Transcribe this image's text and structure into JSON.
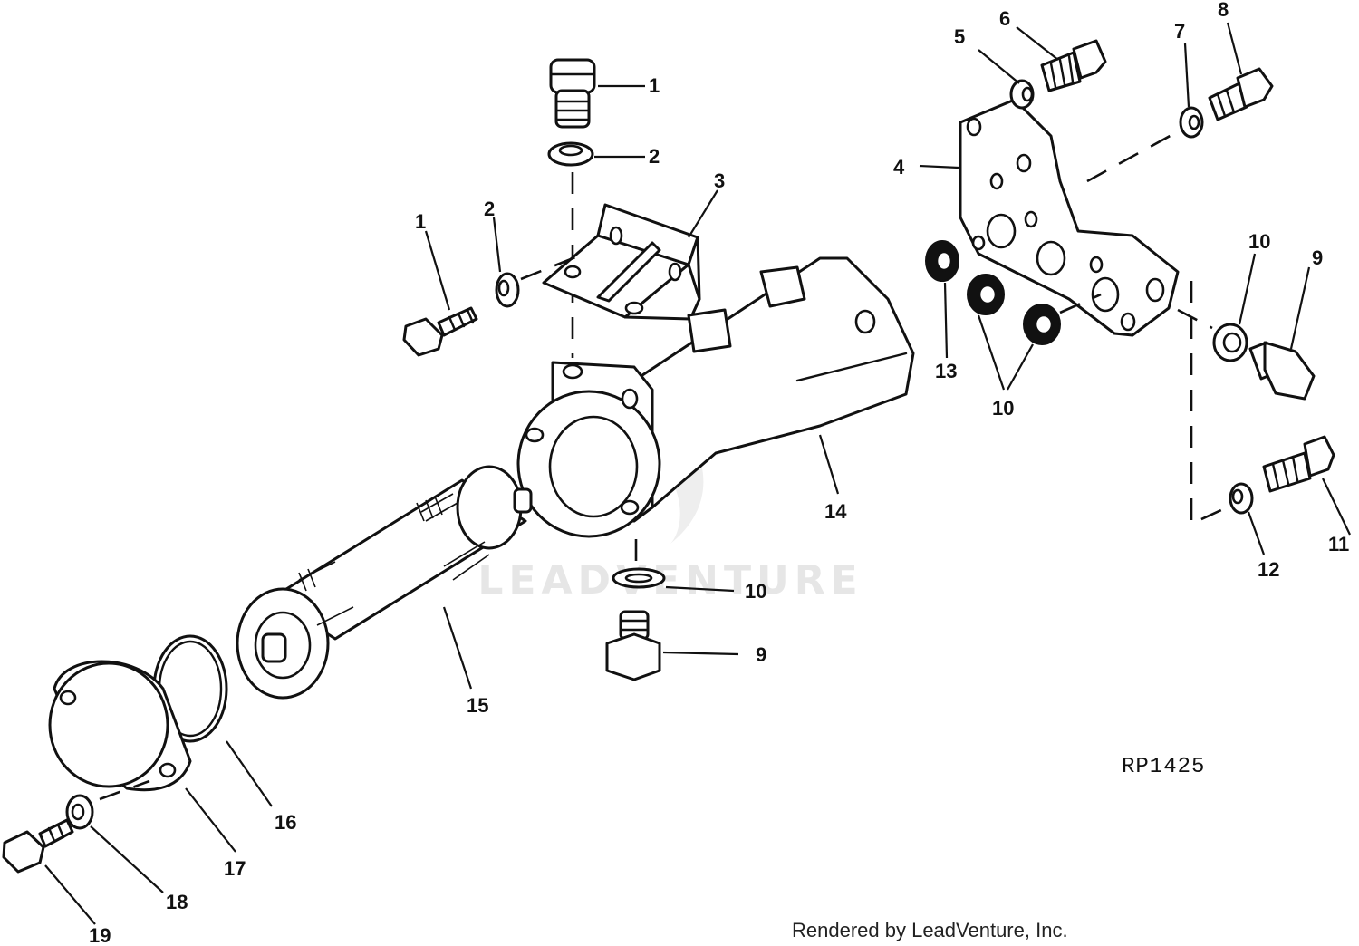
{
  "diagram": {
    "reference_code": "RP1425",
    "credit": "Rendered by LeadVenture, Inc.",
    "watermark": "LEADVENTURE",
    "callouts": [
      {
        "id": "c1a",
        "label": "1"
      },
      {
        "id": "c2a",
        "label": "2"
      },
      {
        "id": "c3",
        "label": "3"
      },
      {
        "id": "c1b",
        "label": "1"
      },
      {
        "id": "c2b",
        "label": "2"
      },
      {
        "id": "c4",
        "label": "4"
      },
      {
        "id": "c5",
        "label": "5"
      },
      {
        "id": "c6",
        "label": "6"
      },
      {
        "id": "c7",
        "label": "7"
      },
      {
        "id": "c8",
        "label": "8"
      },
      {
        "id": "c9a",
        "label": "9"
      },
      {
        "id": "c10a",
        "label": "10"
      },
      {
        "id": "c10b",
        "label": "10"
      },
      {
        "id": "c13",
        "label": "13"
      },
      {
        "id": "c11",
        "label": "11"
      },
      {
        "id": "c12",
        "label": "12"
      },
      {
        "id": "c14",
        "label": "14"
      },
      {
        "id": "c10c",
        "label": "10"
      },
      {
        "id": "c9b",
        "label": "9"
      },
      {
        "id": "c15",
        "label": "15"
      },
      {
        "id": "c16",
        "label": "16"
      },
      {
        "id": "c17",
        "label": "17"
      },
      {
        "id": "c18",
        "label": "18"
      },
      {
        "id": "c19",
        "label": "19"
      }
    ]
  }
}
